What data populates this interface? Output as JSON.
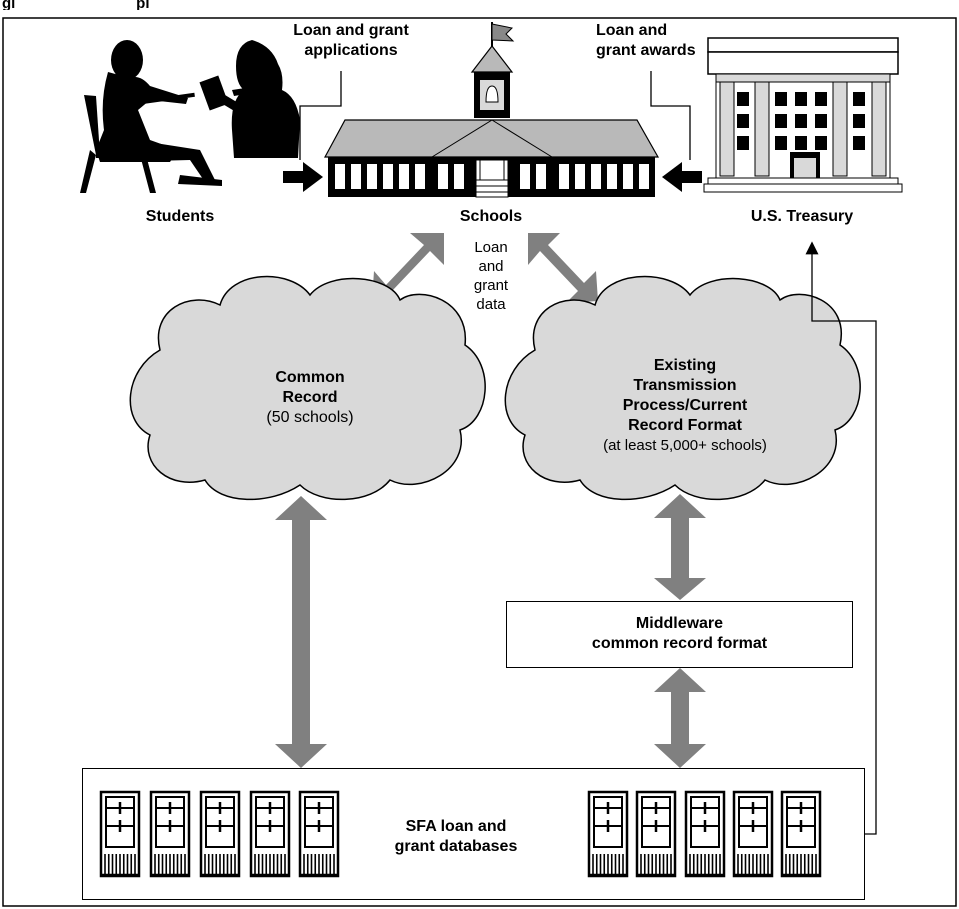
{
  "figure": {
    "title_fragment": "gi                             pi"
  },
  "labels": {
    "loan_grant_applications": [
      "Loan and grant",
      "applications"
    ],
    "loan_grant_awards": [
      "Loan and",
      "grant awards"
    ],
    "students": "Students",
    "schools": "Schools",
    "treasury": "U.S. Treasury",
    "loan_grant_data": [
      "Loan",
      "and",
      "grant",
      "data"
    ]
  },
  "clouds": {
    "common_record": {
      "title": [
        "Common",
        "Record"
      ],
      "subtitle": "(50 schools)"
    },
    "existing": {
      "title": [
        "Existing",
        "Transmission",
        "Process/Current",
        "Record Format"
      ],
      "subtitle": "(at least 5,000+ schools)"
    }
  },
  "middleware": {
    "lines": [
      "Middleware",
      "common record format"
    ]
  },
  "databases": {
    "lines": [
      "SFA loan and",
      "grant databases"
    ]
  },
  "colors": {
    "arrow_gray": "#808080",
    "cloud_fill": "#d9d9d9",
    "roof": "#b9b9b9"
  },
  "icons": [
    "students-silhouette",
    "school-building-icon",
    "treasury-building-icon",
    "server-icon"
  ]
}
